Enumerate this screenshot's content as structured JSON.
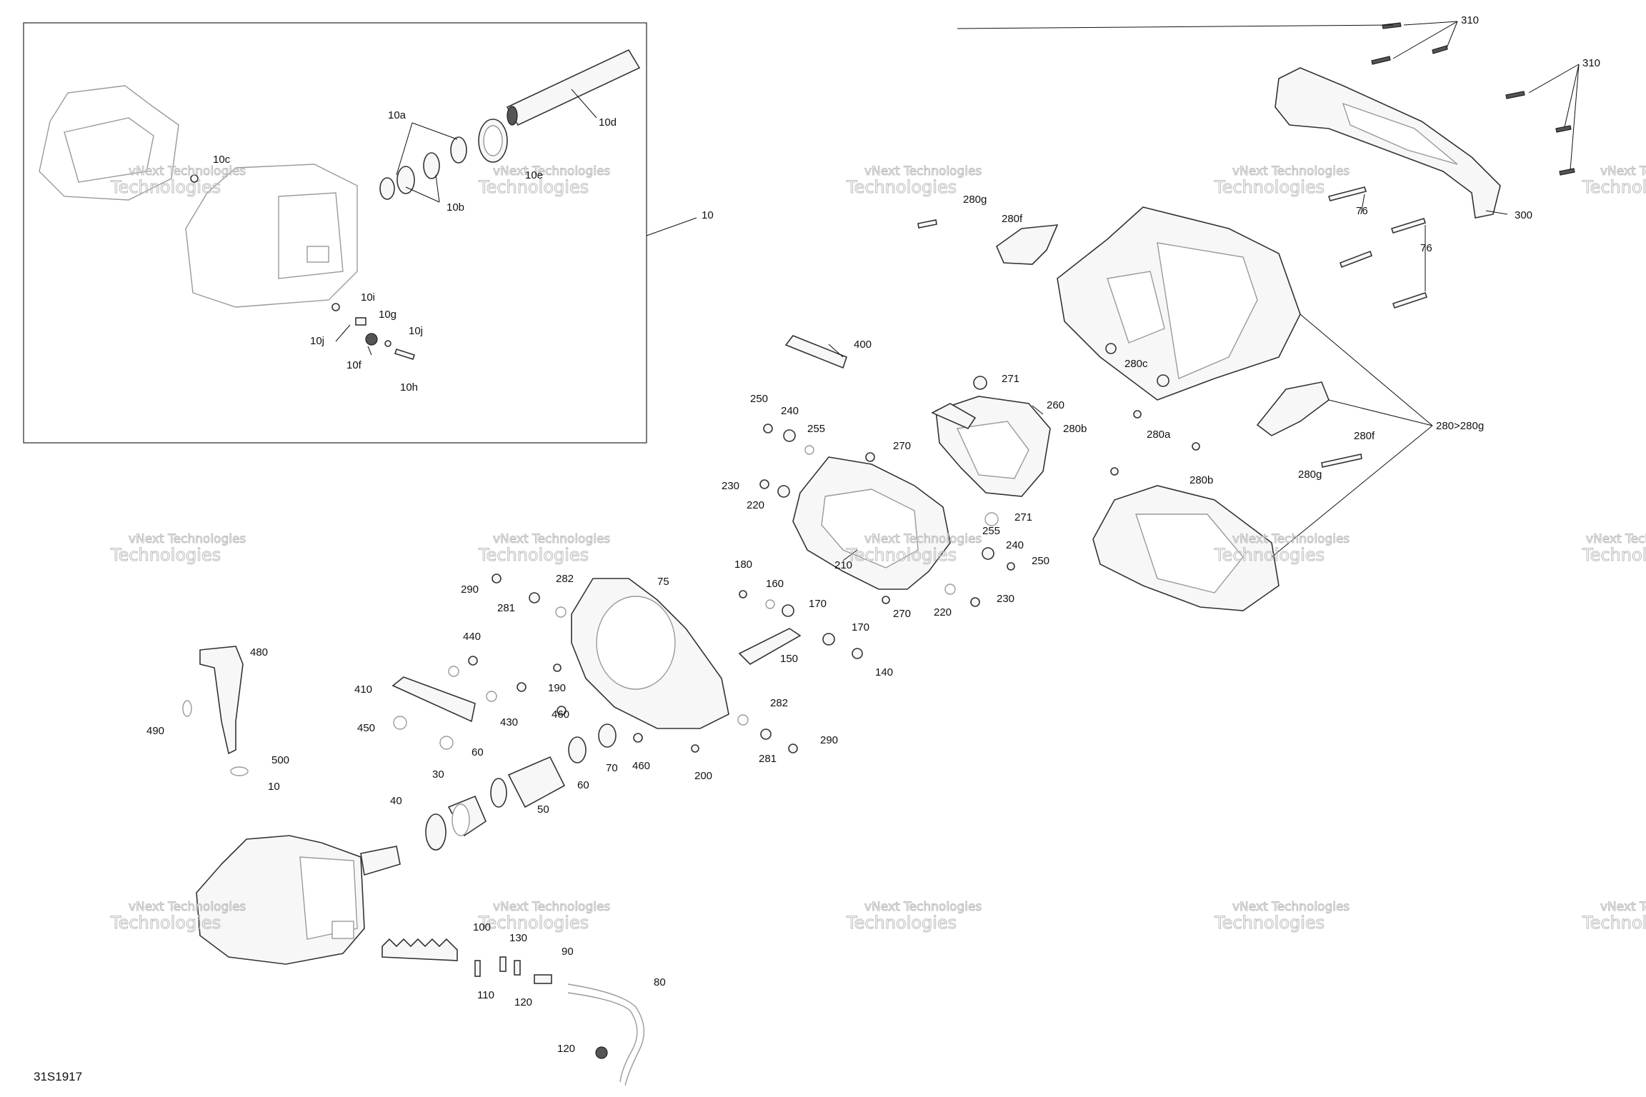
{
  "labels": {
    "l10": "10",
    "l10a": "10a",
    "l10b": "10b",
    "l10c": "10c",
    "l10d": "10d",
    "l10e": "10e",
    "l10f": "10f",
    "l10g": "10g",
    "l10h": "10h",
    "l10i": "10i",
    "l10j_left": "10j",
    "l10j_right": "10j",
    "l10_main": "10",
    "l30": "30",
    "l40": "40",
    "l50": "50",
    "l60_top": "60",
    "l60_bot": "60",
    "l70": "70",
    "l75": "75",
    "l76_a": "76",
    "l76_b": "76",
    "l80": "80",
    "l90": "90",
    "l100": "100",
    "l110": "110",
    "l120_a": "120",
    "l120_b": "120",
    "l130": "130",
    "l140": "140",
    "l150": "150",
    "l160": "160",
    "l170_a": "170",
    "l170_b": "170",
    "l180": "180",
    "l190": "190",
    "l200": "200",
    "l210": "210",
    "l220_a": "220",
    "l220_b": "220",
    "l230_a": "230",
    "l230_b": "230",
    "l240_a": "240",
    "l240_b": "240",
    "l250_a": "250",
    "l250_b": "250",
    "l255_a": "255",
    "l255_b": "255",
    "l260": "260",
    "l270_a": "270",
    "l270_b": "270",
    "l271_a": "271",
    "l271_b": "271",
    "l280a": "280a",
    "l280b_a": "280b",
    "l280b_b": "280b",
    "l280c": "280c",
    "l280f_a": "280f",
    "l280f_b": "280f",
    "l280g_a": "280g",
    "l280g_b": "280g",
    "l280_280g": "280>280g",
    "l281_a": "281",
    "l281_b": "281",
    "l282_a": "282",
    "l282_b": "282",
    "l290_a": "290",
    "l290_b": "290",
    "l300": "300",
    "l310_a": "310",
    "l310_b": "310",
    "l400": "400",
    "l410": "410",
    "l430": "430",
    "l440": "440",
    "l450": "450",
    "l460_a": "460",
    "l460_b": "460",
    "l480": "480",
    "l490": "490",
    "l500": "500"
  },
  "watermark": {
    "line1": "vNext Technologies",
    "line2": "Technologies"
  },
  "diagram_code": "31S1917"
}
